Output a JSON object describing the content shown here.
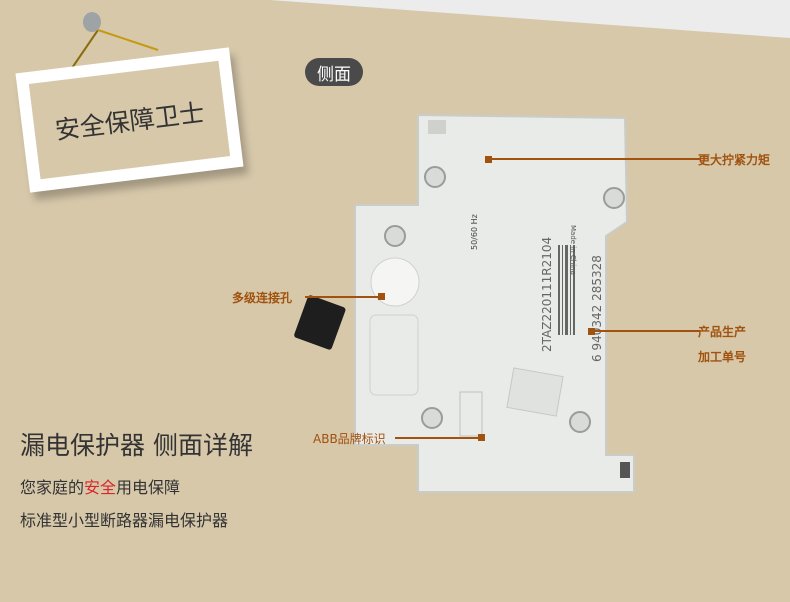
{
  "sign": {
    "text": "安全保障卫士"
  },
  "view_badge": "侧面",
  "callouts": {
    "torque": "更大拧紧力矩",
    "connector": "多级连接孔",
    "product_code_1": "产品生产",
    "product_code_2": "加工单号",
    "brand": "ABB品牌标识"
  },
  "device_label": {
    "freq": "50/60 Hz",
    "origin": "Made in China",
    "part_number": "2TAZ220111R2104",
    "barcode_number": "6 940342 285328"
  },
  "headline": "漏电保护器 侧面详解",
  "tagline": {
    "pre": "您家庭的",
    "highlight": "安全",
    "post": "用电保障"
  },
  "subline": "标准型小型断路器漏电保护器",
  "colors": {
    "background": "#d7c8aa",
    "accent": "#a0520e",
    "highlight": "#d9262b"
  }
}
